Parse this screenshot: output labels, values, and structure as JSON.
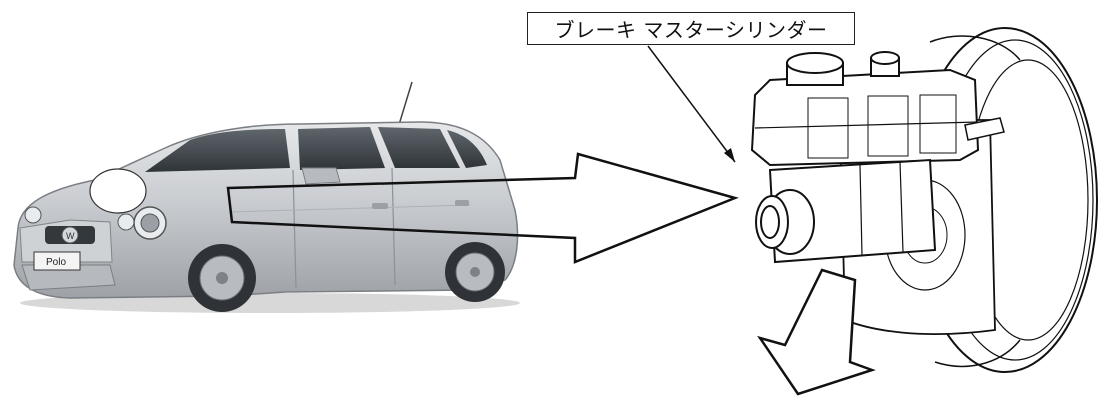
{
  "callout": {
    "label": "ブレーキ マスターシリンダー"
  },
  "vehicle": {
    "plate_text": "Polo"
  },
  "icons": {
    "car": "car-illustration",
    "master_cylinder": "brake-master-cylinder-illustration",
    "pointer_arrow": "large-outline-arrow",
    "down_arrow": "down-left-outline-arrow",
    "marker": "location-marker-circle"
  }
}
